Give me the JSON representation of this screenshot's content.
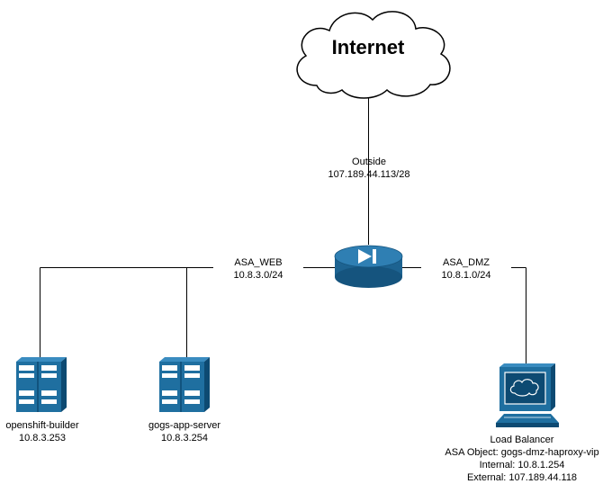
{
  "cloud": {
    "label": "Internet"
  },
  "links": {
    "outside": {
      "name": "Outside",
      "subnet": "107.189.44.113/28"
    },
    "web": {
      "name": "ASA_WEB",
      "subnet": "10.8.3.0/24"
    },
    "dmz": {
      "name": "ASA_DMZ",
      "subnet": "10.8.1.0/24"
    }
  },
  "servers": [
    {
      "name": "openshift-builder",
      "ip": "10.8.3.253"
    },
    {
      "name": "gogs-app-server",
      "ip": "10.8.3.254"
    }
  ],
  "load_balancer": {
    "name": "Load Balancer",
    "object": "ASA Object: gogs-dmz-haproxy-vip",
    "internal": "Internal: 10.8.1.254",
    "external": "External: 107.189.44.118"
  },
  "colors": {
    "device_dark": "#0d4a72",
    "device_mid": "#1f6fa0",
    "device_light": "#3a8cc0",
    "line": "#000000"
  }
}
